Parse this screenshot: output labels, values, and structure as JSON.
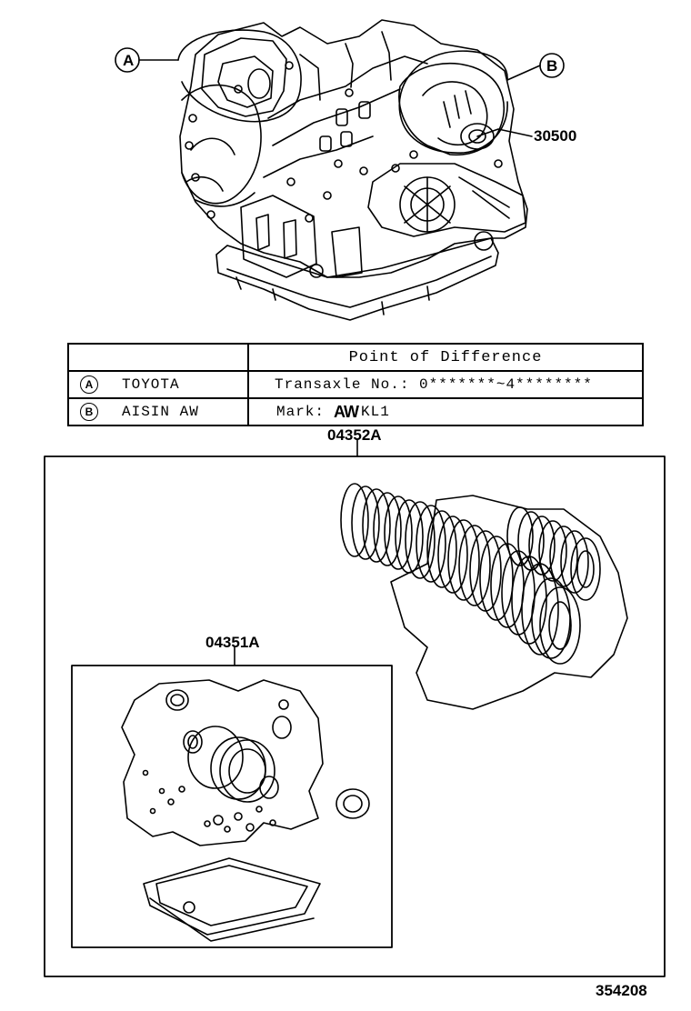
{
  "callouts": {
    "a_letter": "A",
    "b_letter": "B",
    "part_30500": "30500",
    "part_04352a": "04352A",
    "part_04351a": "04351A",
    "diagram_no": "354208"
  },
  "table": {
    "header": "Point of Difference",
    "rows": [
      {
        "symbol": "A",
        "maker": "TOYOTA",
        "point": "Transaxle No.: 0*******~4********"
      },
      {
        "symbol": "B",
        "maker": "AISIN AW",
        "point_prefix": "Mark:",
        "point_logo": "AW",
        "point_suffix": "KL1"
      }
    ]
  }
}
